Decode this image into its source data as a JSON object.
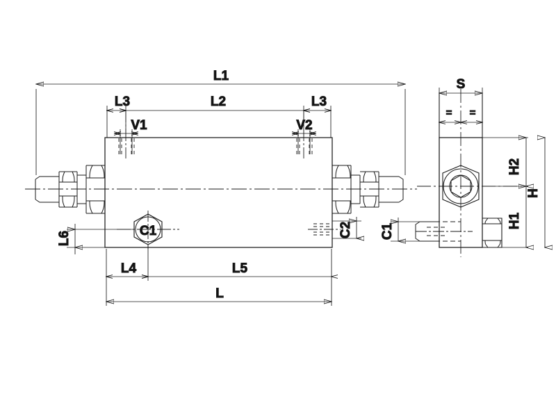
{
  "drawing": {
    "type": "engineering-technical-drawing",
    "subject": "hydraulic double pilot operated check valve / counterbalance valve body with threaded fittings",
    "background_color": "#ffffff",
    "line_color": "#1a1a1a",
    "views": [
      {
        "name": "front-view",
        "position": "left",
        "description": "longitudinal section of valve body with end fittings"
      },
      {
        "name": "side-view",
        "position": "right",
        "description": "end view of valve body showing hex nut and port"
      }
    ],
    "dimensions": {
      "overall_length": {
        "label": "L1",
        "view": "front-view",
        "placement": "top"
      },
      "body_length_between_ports": {
        "label": "L2",
        "view": "front-view",
        "placement": "top"
      },
      "port_offset_left": {
        "label": "L3",
        "view": "front-view",
        "placement": "top-left"
      },
      "port_offset_right": {
        "label": "L3",
        "view": "front-view",
        "placement": "top-right"
      },
      "valve_adjust_left": {
        "label": "V1",
        "view": "front-view",
        "placement": "upper-left"
      },
      "valve_adjust_right": {
        "label": "V2",
        "view": "front-view",
        "placement": "upper-right"
      },
      "body_length": {
        "label": "L",
        "view": "front-view",
        "placement": "bottom"
      },
      "port_center_to_end": {
        "label": "L4",
        "view": "front-view",
        "placement": "bottom-left"
      },
      "port_center_span": {
        "label": "L5",
        "view": "front-view",
        "placement": "bottom"
      },
      "port_height_offset": {
        "label": "L6",
        "view": "front-view",
        "placement": "left"
      },
      "lower_port_left": {
        "label": "C1",
        "view": "front-view",
        "placement": "body-lower-left"
      },
      "lower_port_right": {
        "label": "C2",
        "view": "front-view",
        "placement": "body-lower-right"
      },
      "side_port": {
        "label": "C1",
        "view": "side-view",
        "placement": "lower-left"
      },
      "body_width": {
        "label": "S",
        "view": "side-view",
        "placement": "top"
      },
      "body_width_half_left": {
        "label": "=",
        "view": "side-view",
        "placement": "top-sub-left"
      },
      "body_width_half_right": {
        "label": "=",
        "view": "side-view",
        "placement": "top-sub-right"
      },
      "overall_height": {
        "label": "H",
        "view": "side-view",
        "placement": "right-outer"
      },
      "height_above_axis": {
        "label": "H2",
        "view": "side-view",
        "placement": "right-inner-upper"
      },
      "height_below_axis": {
        "label": "H1",
        "view": "side-view",
        "placement": "right-inner-lower"
      }
    },
    "labels": {
      "L1": "L1",
      "L2": "L2",
      "L3_left": "L3",
      "L3_right": "L3",
      "V1": "V1",
      "V2": "V2",
      "L": "L",
      "L4": "L4",
      "L5": "L5",
      "L6": "L6",
      "C1_body": "C1",
      "C2_body": "C2",
      "C1_side": "C1",
      "S": "S",
      "eq_left": "=",
      "eq_right": "=",
      "H": "H",
      "H1": "H1",
      "H2": "H2"
    }
  }
}
